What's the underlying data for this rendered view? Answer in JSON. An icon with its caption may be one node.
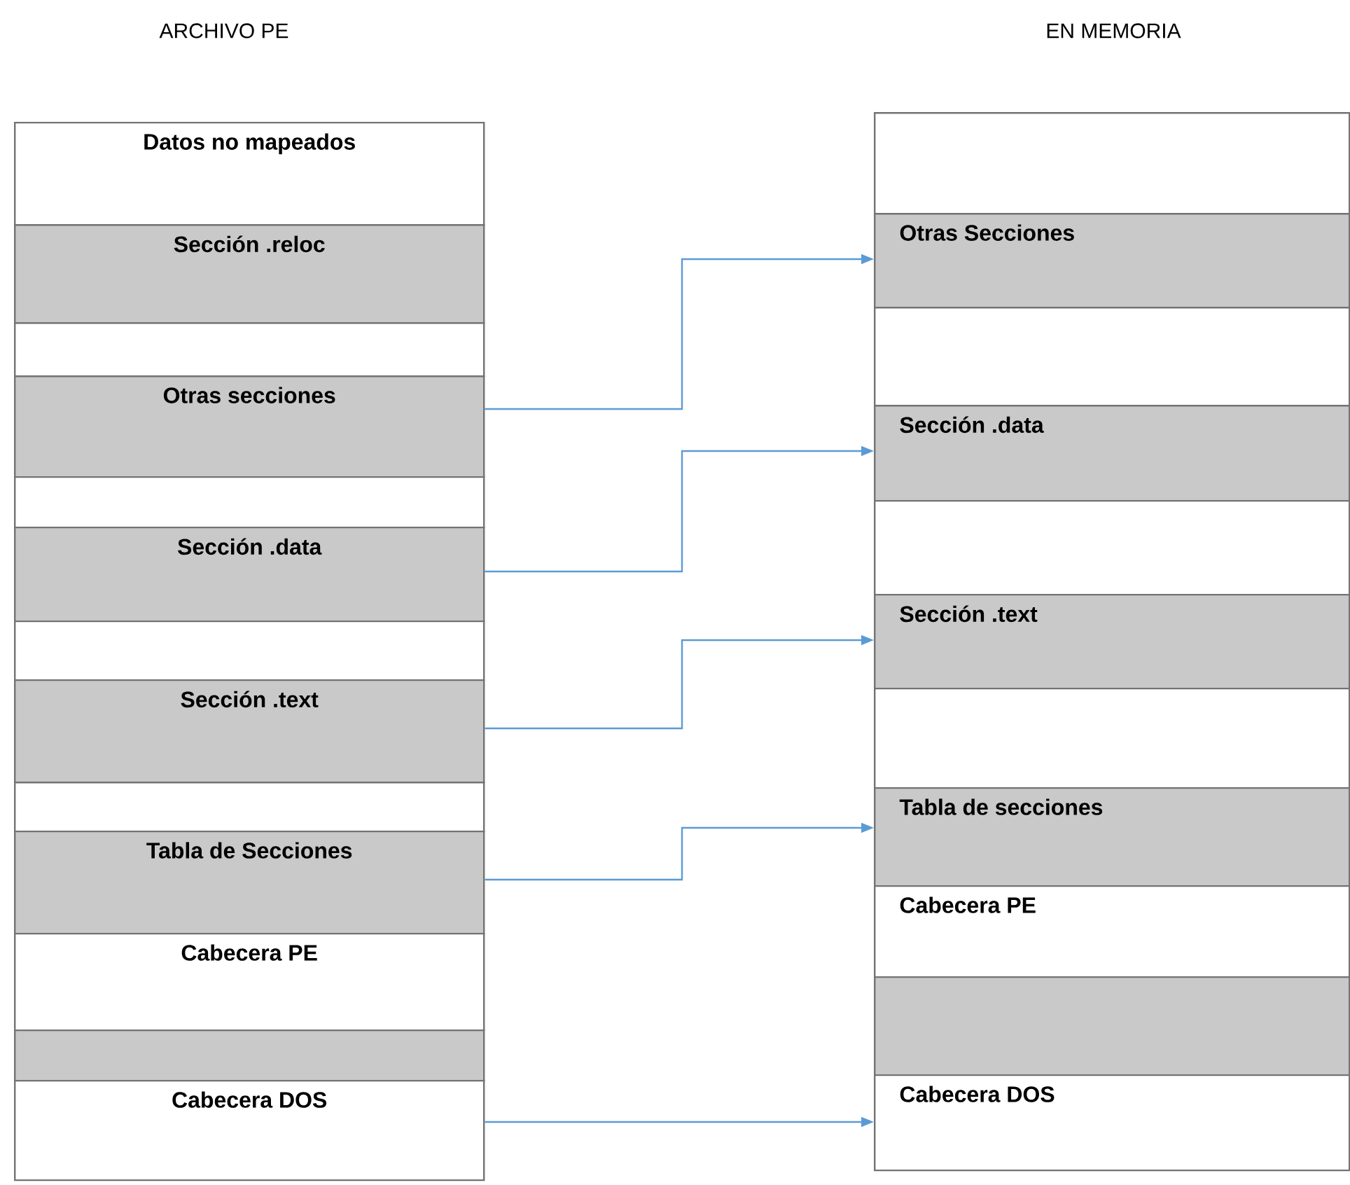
{
  "diagram": {
    "nodes": [
      {
        "text": [
          "Datos no mapeados"
        ]
      },
      {
        "text": [
          "Sección .reloc"
        ]
      },
      {
        "text": [],
        "shape": "box"
      },
      {
        "text": [
          "Otras secciones"
        ]
      },
      {
        "text": [],
        "shape": "box"
      },
      {
        "text": [
          "Sección .data"
        ]
      },
      {
        "text": [],
        "shape": "box"
      },
      {
        "text": [
          "Sección .text"
        ]
      },
      {
        "text": [],
        "shape": "box"
      },
      {
        "text": [
          "Tabla de Secciones"
        ]
      },
      {
        "text": [
          "Cabecera PE"
        ]
      },
      {
        "text": [],
        "shape": "box"
      },
      {
        "text": [
          "Cabecera DOS"
        ]
      },
      {
        "text": [],
        "shape": "box"
      },
      {
        "text": [
          "Otras Secciones"
        ]
      },
      {
        "text": [],
        "shape": "box"
      },
      {
        "text": [
          "Sección .data"
        ]
      },
      {
        "text": [],
        "shape": "box"
      },
      {
        "text": [
          "Sección .text"
        ]
      },
      {
        "text": [],
        "shape": "box"
      },
      {
        "text": [
          "Tabla de secciones"
        ]
      },
      {
        "text": [
          "Cabecera PE"
        ]
      },
      {
        "text": [],
        "shape": "box"
      },
      {
        "text": [
          "Cabecera DOS"
        ]
      }
    ],
    "edges": [
      {
        "from": 3,
        "to": 14,
        "arrow": "to"
      },
      {
        "from": 5,
        "to": 16,
        "arrow": "to"
      },
      {
        "from": 7,
        "to": 18,
        "arrow": "to"
      },
      {
        "from": 9,
        "to": 20,
        "arrow": "to"
      },
      {
        "from": 12,
        "to": 23,
        "arrow": "to"
      }
    ],
    "labels": [
      "ARCHIVO PE",
      "EN MEMORIA"
    ]
  }
}
